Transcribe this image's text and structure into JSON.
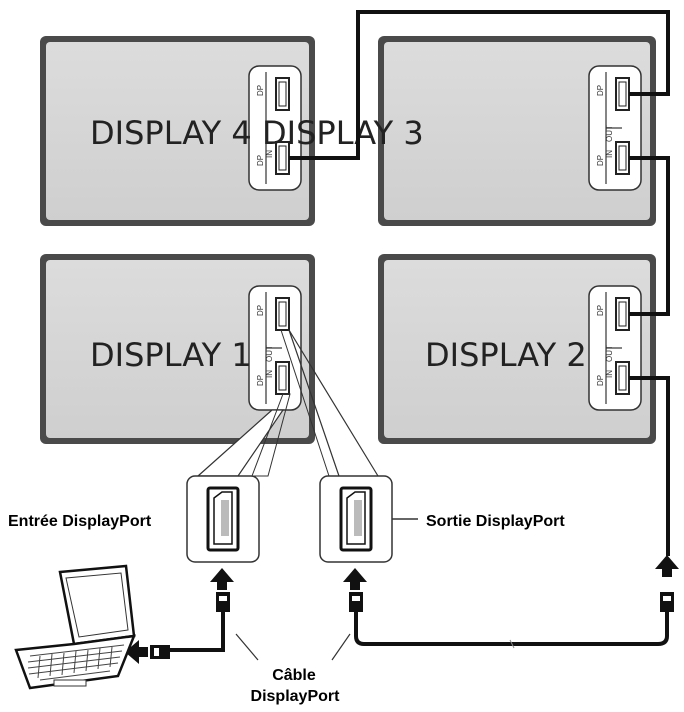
{
  "displays": {
    "d4": {
      "label": "DISPLAY 4"
    },
    "d3": {
      "label": "DISPLAY 3"
    },
    "d1": {
      "label": "DISPLAY 1"
    },
    "d2": {
      "label": "DISPLAY 2"
    }
  },
  "port_labels": {
    "dp": "DP",
    "in": "IN",
    "out": "OUT"
  },
  "callouts": {
    "input_label": "Entrée DisplayPort",
    "output_label": "Sortie DisplayPort",
    "cable_line1": "Câble",
    "cable_line2": "DisplayPort"
  }
}
